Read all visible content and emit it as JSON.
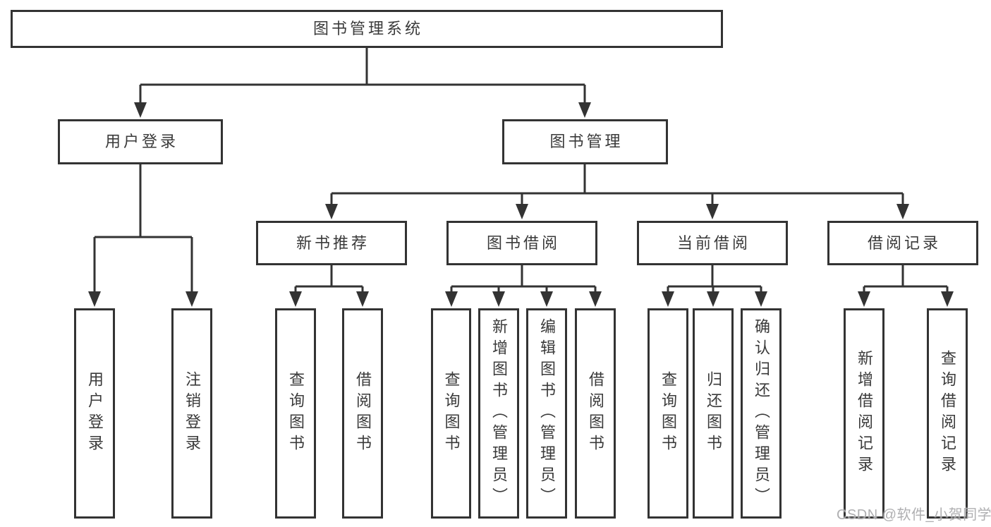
{
  "diagram": {
    "type": "tree",
    "nodes": {
      "root": "图书管理系统",
      "user_login": "用户登录",
      "book_management": "图书管理",
      "new_book_recommend": "新书推荐",
      "book_borrow": "图书借阅",
      "current_borrow": "当前借阅",
      "borrow_records": "借阅记录",
      "leaf_user_login": "用户登录",
      "leaf_logout": "注销登录",
      "leaf_nb_query": "查询图书",
      "leaf_nb_borrow": "借阅图书",
      "leaf_bb_query": "查询图书",
      "leaf_bb_add": "新增图书（管理员）",
      "leaf_bb_edit": "编辑图书（管理员）",
      "leaf_bb_borrow": "借阅图书",
      "leaf_cb_query": "查询图书",
      "leaf_cb_return": "归还图书",
      "leaf_cb_confirm": "确认归还（管理员）",
      "leaf_br_add": "新增借阅记录",
      "leaf_br_query": "查询借阅记录"
    },
    "structure": {
      "图书管理系统": {
        "用户登录": [
          "用户登录",
          "注销登录"
        ],
        "图书管理": {
          "新书推荐": [
            "查询图书",
            "借阅图书"
          ],
          "图书借阅": [
            "查询图书",
            "新增图书（管理员）",
            "编辑图书（管理员）",
            "借阅图书"
          ],
          "当前借阅": [
            "查询图书",
            "归还图书",
            "确认归还（管理员）"
          ],
          "借阅记录": [
            "新增借阅记录",
            "查询借阅记录"
          ]
        }
      }
    },
    "watermark": "CSDN @软件_小贺同学",
    "colors": {
      "line": "#333333",
      "box_border": "#333333",
      "text": "#3a3a3a",
      "watermark": "#a8a8aa",
      "background": "#ffffff"
    }
  }
}
